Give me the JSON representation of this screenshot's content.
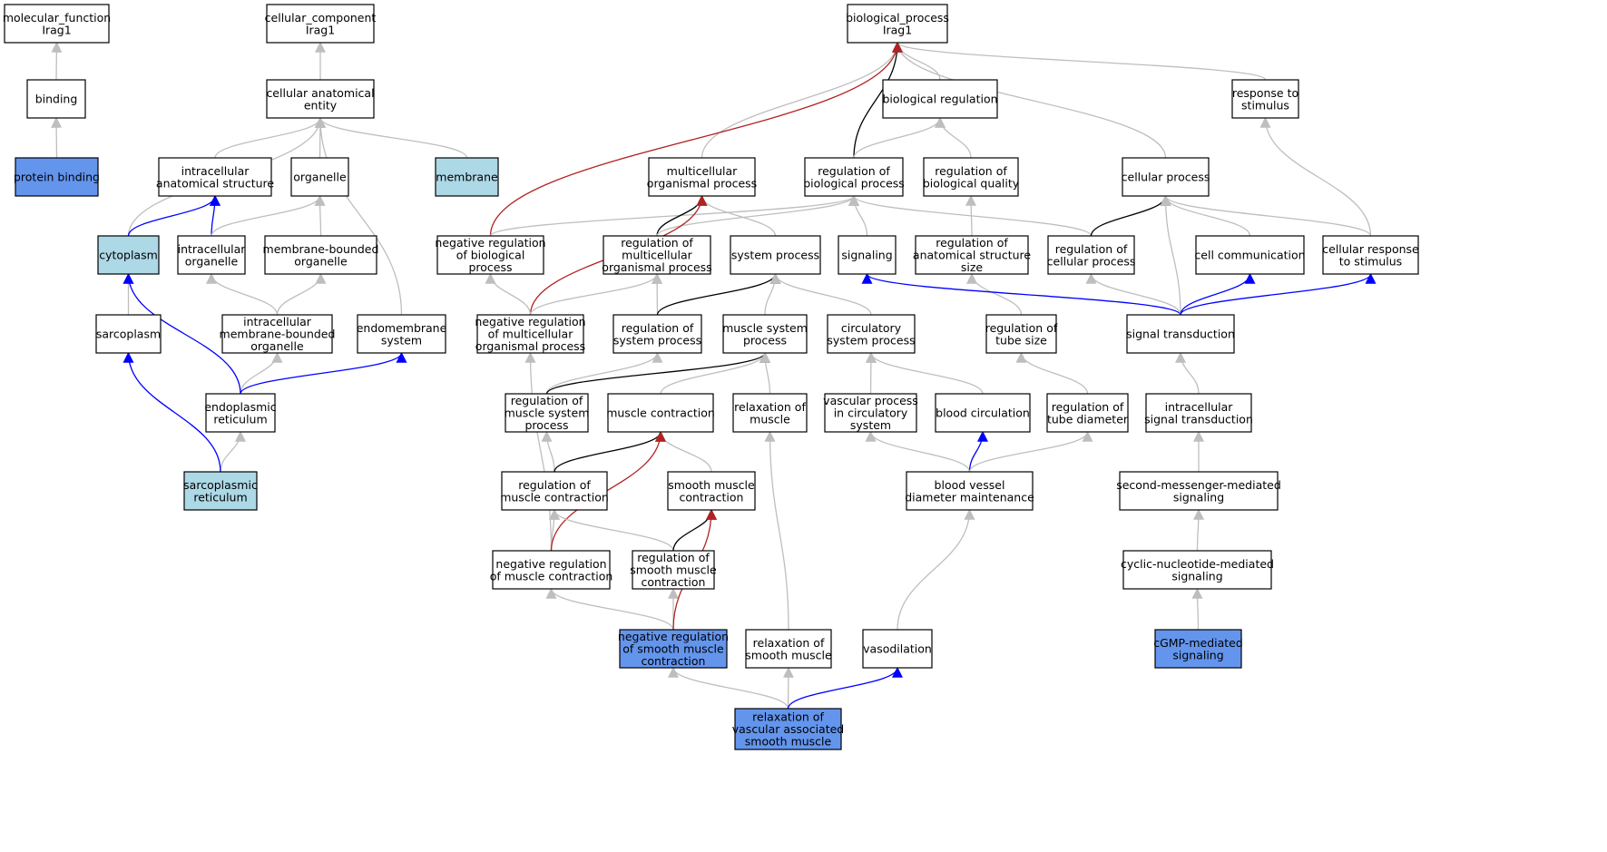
{
  "colors": {
    "white": "#ffffff",
    "lightblue": "#add8e6",
    "cornflowerblue": "#6495ed",
    "edge_is_a": "#bebebe",
    "edge_part_of": "#0000ff",
    "edge_regulates": "#000000",
    "edge_neg_regulates": "#b22222"
  },
  "nodes": [
    {
      "id": "mf",
      "lines": [
        "molecular_function",
        "Irag1"
      ],
      "fill": "white"
    },
    {
      "id": "binding",
      "lines": [
        "binding"
      ],
      "fill": "white"
    },
    {
      "id": "protein_binding",
      "lines": [
        "protein binding"
      ],
      "fill": "cornflowerblue"
    },
    {
      "id": "cc",
      "lines": [
        "cellular_component",
        "Irag1"
      ],
      "fill": "white"
    },
    {
      "id": "cae",
      "lines": [
        "cellular anatomical",
        "entity"
      ],
      "fill": "white"
    },
    {
      "id": "ias",
      "lines": [
        "intracellular",
        "anatomical structure"
      ],
      "fill": "white"
    },
    {
      "id": "organelle",
      "lines": [
        "organelle"
      ],
      "fill": "white"
    },
    {
      "id": "membrane",
      "lines": [
        "membrane"
      ],
      "fill": "lightblue"
    },
    {
      "id": "cytoplasm",
      "lines": [
        "cytoplasm"
      ],
      "fill": "lightblue"
    },
    {
      "id": "io",
      "lines": [
        "intracellular",
        "organelle"
      ],
      "fill": "white"
    },
    {
      "id": "mbo",
      "lines": [
        "membrane-bounded",
        "organelle"
      ],
      "fill": "white"
    },
    {
      "id": "sarcoplasm",
      "lines": [
        "sarcoplasm"
      ],
      "fill": "white"
    },
    {
      "id": "imbo",
      "lines": [
        "intracellular",
        "membrane-bounded",
        "organelle"
      ],
      "fill": "white"
    },
    {
      "id": "endomem",
      "lines": [
        "endomembrane",
        "system"
      ],
      "fill": "white"
    },
    {
      "id": "er",
      "lines": [
        "endoplasmic",
        "reticulum"
      ],
      "fill": "white"
    },
    {
      "id": "sr",
      "lines": [
        "sarcoplasmic",
        "reticulum"
      ],
      "fill": "lightblue"
    },
    {
      "id": "bp",
      "lines": [
        "biological_process",
        "Irag1"
      ],
      "fill": "white"
    },
    {
      "id": "bioreg",
      "lines": [
        "biological regulation"
      ],
      "fill": "white"
    },
    {
      "id": "rts",
      "lines": [
        "response to",
        "stimulus"
      ],
      "fill": "white"
    },
    {
      "id": "mop",
      "lines": [
        "multicellular",
        "organismal process"
      ],
      "fill": "white"
    },
    {
      "id": "rbp",
      "lines": [
        "regulation of",
        "biological process"
      ],
      "fill": "white"
    },
    {
      "id": "rbq",
      "lines": [
        "regulation of",
        "biological quality"
      ],
      "fill": "white"
    },
    {
      "id": "cellproc",
      "lines": [
        "cellular process"
      ],
      "fill": "white"
    },
    {
      "id": "nrbp",
      "lines": [
        "negative regulation",
        "of biological",
        "process"
      ],
      "fill": "white"
    },
    {
      "id": "rmop",
      "lines": [
        "regulation of",
        "multicellular",
        "organismal process"
      ],
      "fill": "white"
    },
    {
      "id": "sysproc",
      "lines": [
        "system process"
      ],
      "fill": "white"
    },
    {
      "id": "signaling",
      "lines": [
        "signaling"
      ],
      "fill": "white"
    },
    {
      "id": "rass",
      "lines": [
        "regulation of",
        "anatomical structure",
        "size"
      ],
      "fill": "white"
    },
    {
      "id": "rcp",
      "lines": [
        "regulation of",
        "cellular process"
      ],
      "fill": "white"
    },
    {
      "id": "cellcomm",
      "lines": [
        "cell communication"
      ],
      "fill": "white"
    },
    {
      "id": "crs",
      "lines": [
        "cellular response",
        "to stimulus"
      ],
      "fill": "white"
    },
    {
      "id": "nrmop",
      "lines": [
        "negative regulation",
        "of multicellular",
        "organismal process"
      ],
      "fill": "white"
    },
    {
      "id": "rsp",
      "lines": [
        "regulation of",
        "system process"
      ],
      "fill": "white"
    },
    {
      "id": "msp",
      "lines": [
        "muscle system",
        "process"
      ],
      "fill": "white"
    },
    {
      "id": "csp",
      "lines": [
        "circulatory",
        "system process"
      ],
      "fill": "white"
    },
    {
      "id": "rtubesize",
      "lines": [
        "regulation of",
        "tube size"
      ],
      "fill": "white"
    },
    {
      "id": "sigtrans",
      "lines": [
        "signal transduction"
      ],
      "fill": "white"
    },
    {
      "id": "rmsp",
      "lines": [
        "regulation of",
        "muscle system",
        "process"
      ],
      "fill": "white"
    },
    {
      "id": "mc",
      "lines": [
        "muscle contraction"
      ],
      "fill": "white"
    },
    {
      "id": "relaxm",
      "lines": [
        "relaxation of",
        "muscle"
      ],
      "fill": "white"
    },
    {
      "id": "vpcs",
      "lines": [
        "vascular process",
        "in circulatory",
        "system"
      ],
      "fill": "white"
    },
    {
      "id": "bloodcirc",
      "lines": [
        "blood circulation"
      ],
      "fill": "white"
    },
    {
      "id": "rtd",
      "lines": [
        "regulation of",
        "tube diameter"
      ],
      "fill": "white"
    },
    {
      "id": "ist",
      "lines": [
        "intracellular",
        "signal transduction"
      ],
      "fill": "white"
    },
    {
      "id": "rmc",
      "lines": [
        "regulation of",
        "muscle contraction"
      ],
      "fill": "white"
    },
    {
      "id": "smc",
      "lines": [
        "smooth muscle",
        "contraction"
      ],
      "fill": "white"
    },
    {
      "id": "bvdm",
      "lines": [
        "blood vessel",
        "diameter maintenance"
      ],
      "fill": "white"
    },
    {
      "id": "smms",
      "lines": [
        "second-messenger-mediated",
        "signaling"
      ],
      "fill": "white"
    },
    {
      "id": "nrmc",
      "lines": [
        "negative regulation",
        "of muscle contraction"
      ],
      "fill": "white"
    },
    {
      "id": "rsmc",
      "lines": [
        "regulation of",
        "smooth muscle",
        "contraction"
      ],
      "fill": "white"
    },
    {
      "id": "cnms",
      "lines": [
        "cyclic-nucleotide-mediated",
        "signaling"
      ],
      "fill": "white"
    },
    {
      "id": "nrsmc",
      "lines": [
        "negative regulation",
        "of smooth muscle",
        "contraction"
      ],
      "fill": "cornflowerblue"
    },
    {
      "id": "rsm",
      "lines": [
        "relaxation of",
        "smooth muscle"
      ],
      "fill": "white"
    },
    {
      "id": "vasodil",
      "lines": [
        "vasodilation"
      ],
      "fill": "white"
    },
    {
      "id": "cgmp",
      "lines": [
        "cGMP-mediated",
        "signaling"
      ],
      "fill": "cornflowerblue"
    },
    {
      "id": "rvasm",
      "lines": [
        "relaxation of",
        "vascular associated",
        "smooth muscle"
      ],
      "fill": "cornflowerblue"
    }
  ],
  "edges": [
    {
      "from": "binding",
      "to": "mf",
      "type": "is_a"
    },
    {
      "from": "protein_binding",
      "to": "binding",
      "type": "is_a"
    },
    {
      "from": "cae",
      "to": "cc",
      "type": "is_a"
    },
    {
      "from": "ias",
      "to": "cae",
      "type": "is_a"
    },
    {
      "from": "organelle",
      "to": "cae",
      "type": "is_a"
    },
    {
      "from": "membrane",
      "to": "cae",
      "type": "is_a"
    },
    {
      "from": "cytoplasm",
      "to": "cae",
      "type": "is_a"
    },
    {
      "from": "cytoplasm",
      "to": "ias",
      "type": "part_of"
    },
    {
      "from": "io",
      "to": "ias",
      "type": "part_of"
    },
    {
      "from": "io",
      "to": "organelle",
      "type": "is_a"
    },
    {
      "from": "mbo",
      "to": "organelle",
      "type": "is_a"
    },
    {
      "from": "sarcoplasm",
      "to": "cytoplasm",
      "type": "is_a"
    },
    {
      "from": "imbo",
      "to": "io",
      "type": "is_a"
    },
    {
      "from": "imbo",
      "to": "mbo",
      "type": "is_a"
    },
    {
      "from": "endomem",
      "to": "cae",
      "type": "is_a"
    },
    {
      "from": "er",
      "to": "imbo",
      "type": "is_a"
    },
    {
      "from": "er",
      "to": "cytoplasm",
      "type": "part_of"
    },
    {
      "from": "er",
      "to": "endomem",
      "type": "part_of"
    },
    {
      "from": "sr",
      "to": "er",
      "type": "is_a"
    },
    {
      "from": "sr",
      "to": "sarcoplasm",
      "type": "part_of"
    },
    {
      "from": "bioreg",
      "to": "bp",
      "type": "is_a"
    },
    {
      "from": "rts",
      "to": "bp",
      "type": "is_a"
    },
    {
      "from": "mop",
      "to": "bp",
      "type": "is_a"
    },
    {
      "from": "rbp",
      "to": "bp",
      "type": "regulates"
    },
    {
      "from": "rbp",
      "to": "bioreg",
      "type": "is_a"
    },
    {
      "from": "rbq",
      "to": "bioreg",
      "type": "is_a"
    },
    {
      "from": "cellproc",
      "to": "bp",
      "type": "is_a"
    },
    {
      "from": "nrbp",
      "to": "bp",
      "type": "neg_regulates"
    },
    {
      "from": "nrbp",
      "to": "rbp",
      "type": "is_a"
    },
    {
      "from": "rmop",
      "to": "mop",
      "type": "regulates"
    },
    {
      "from": "rmop",
      "to": "rbp",
      "type": "is_a"
    },
    {
      "from": "sysproc",
      "to": "mop",
      "type": "is_a"
    },
    {
      "from": "signaling",
      "to": "rbp",
      "type": "is_a"
    },
    {
      "from": "rass",
      "to": "rbq",
      "type": "is_a"
    },
    {
      "from": "rcp",
      "to": "rbp",
      "type": "is_a"
    },
    {
      "from": "rcp",
      "to": "cellproc",
      "type": "regulates"
    },
    {
      "from": "cellcomm",
      "to": "cellproc",
      "type": "is_a"
    },
    {
      "from": "crs",
      "to": "cellproc",
      "type": "is_a"
    },
    {
      "from": "crs",
      "to": "rts",
      "type": "is_a"
    },
    {
      "from": "nrmop",
      "to": "mop",
      "type": "neg_regulates"
    },
    {
      "from": "nrmop",
      "to": "nrbp",
      "type": "is_a"
    },
    {
      "from": "nrmop",
      "to": "rmop",
      "type": "is_a"
    },
    {
      "from": "rsp",
      "to": "rmop",
      "type": "is_a"
    },
    {
      "from": "rsp",
      "to": "sysproc",
      "type": "regulates"
    },
    {
      "from": "msp",
      "to": "sysproc",
      "type": "is_a"
    },
    {
      "from": "csp",
      "to": "sysproc",
      "type": "is_a"
    },
    {
      "from": "rtubesize",
      "to": "rass",
      "type": "is_a"
    },
    {
      "from": "sigtrans",
      "to": "signaling",
      "type": "part_of"
    },
    {
      "from": "sigtrans",
      "to": "rcp",
      "type": "is_a"
    },
    {
      "from": "sigtrans",
      "to": "cellproc",
      "type": "is_a"
    },
    {
      "from": "sigtrans",
      "to": "cellcomm",
      "type": "part_of"
    },
    {
      "from": "sigtrans",
      "to": "crs",
      "type": "part_of"
    },
    {
      "from": "rmsp",
      "to": "rsp",
      "type": "is_a"
    },
    {
      "from": "rmsp",
      "to": "msp",
      "type": "regulates"
    },
    {
      "from": "mc",
      "to": "msp",
      "type": "is_a"
    },
    {
      "from": "relaxm",
      "to": "msp",
      "type": "is_a"
    },
    {
      "from": "vpcs",
      "to": "csp",
      "type": "is_a"
    },
    {
      "from": "bloodcirc",
      "to": "csp",
      "type": "is_a"
    },
    {
      "from": "rtd",
      "to": "rtubesize",
      "type": "is_a"
    },
    {
      "from": "ist",
      "to": "sigtrans",
      "type": "is_a"
    },
    {
      "from": "rmc",
      "to": "rmsp",
      "type": "is_a"
    },
    {
      "from": "rmc",
      "to": "mc",
      "type": "regulates"
    },
    {
      "from": "smc",
      "to": "mc",
      "type": "is_a"
    },
    {
      "from": "bvdm",
      "to": "vpcs",
      "type": "is_a"
    },
    {
      "from": "bvdm",
      "to": "bloodcirc",
      "type": "part_of"
    },
    {
      "from": "bvdm",
      "to": "rtd",
      "type": "is_a"
    },
    {
      "from": "smms",
      "to": "ist",
      "type": "is_a"
    },
    {
      "from": "nrmc",
      "to": "nrmop",
      "type": "is_a"
    },
    {
      "from": "nrmc",
      "to": "rmc",
      "type": "is_a"
    },
    {
      "from": "nrmc",
      "to": "mc",
      "type": "neg_regulates"
    },
    {
      "from": "rsmc",
      "to": "rmc",
      "type": "is_a"
    },
    {
      "from": "rsmc",
      "to": "smc",
      "type": "regulates"
    },
    {
      "from": "cnms",
      "to": "smms",
      "type": "is_a"
    },
    {
      "from": "nrsmc",
      "to": "nrmc",
      "type": "is_a"
    },
    {
      "from": "nrsmc",
      "to": "rsmc",
      "type": "is_a"
    },
    {
      "from": "nrsmc",
      "to": "smc",
      "type": "neg_regulates"
    },
    {
      "from": "rsm",
      "to": "relaxm",
      "type": "is_a"
    },
    {
      "from": "vasodil",
      "to": "bvdm",
      "type": "is_a"
    },
    {
      "from": "cgmp",
      "to": "cnms",
      "type": "is_a"
    },
    {
      "from": "rvasm",
      "to": "nrsmc",
      "type": "is_a"
    },
    {
      "from": "rvasm",
      "to": "rsm",
      "type": "is_a"
    },
    {
      "from": "rvasm",
      "to": "vasodil",
      "type": "part_of"
    }
  ]
}
